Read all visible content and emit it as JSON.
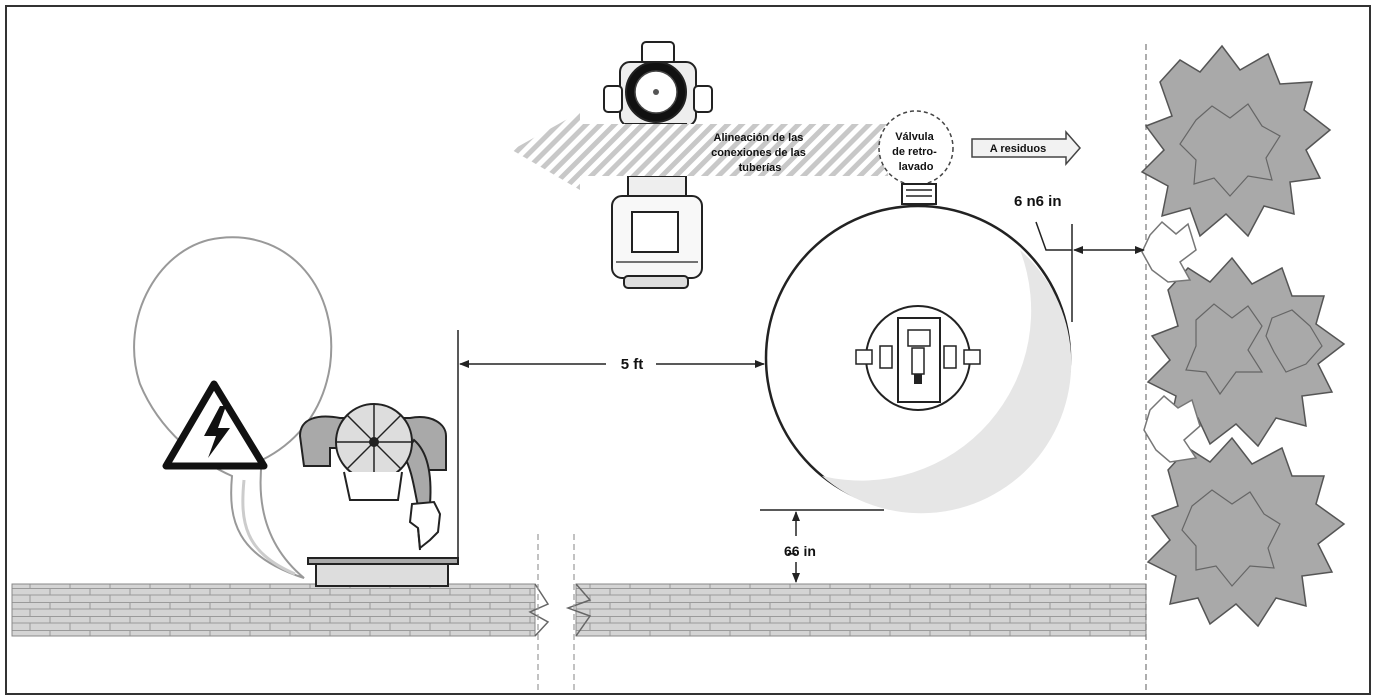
{
  "labels": {
    "pipe_alignment": [
      "Alineación de las",
      "conexiones de las",
      "tuberías"
    ],
    "backwash_valve": [
      "Válvula",
      "de retro-",
      "lavado"
    ],
    "to_waste": "A residuos",
    "dim_5ft": "5 ft",
    "dim_6in_side": "6  n6 in",
    "dim_6in_bottom": "6̶6 in"
  },
  "icons": [
    "warning-electric-icon",
    "pointing-hand-icon"
  ],
  "colors": {
    "outline": "#222222",
    "brick_fill": "#d4d4d4",
    "bush_fill": "#a9a9a9",
    "arrow_stripe": "#c8c8c8"
  }
}
